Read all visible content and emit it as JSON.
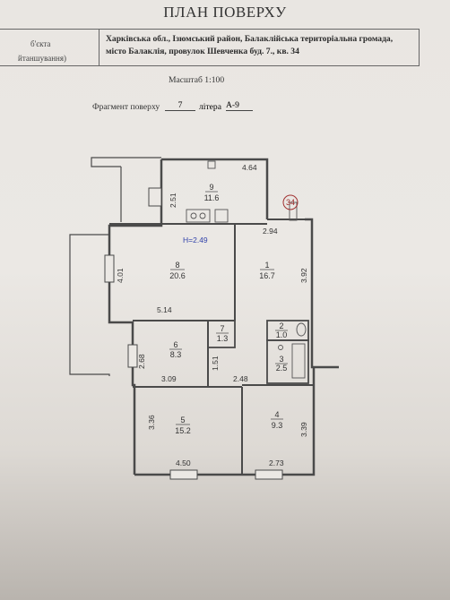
{
  "title": "ПЛАН ПОВЕРХУ",
  "header": {
    "left_top": "б'єкта",
    "left_bottom": "йтаншування)",
    "address_line1": "Харківська обл., Ізюмський район,  Балаклійська територіальна громада,",
    "address_line2": "місто Балаклія, провулок Шевченка буд. 7., кв. 34"
  },
  "scale_label": "Масштаб 1:100",
  "fragment": {
    "label": "Фрагмент поверху",
    "value": "7",
    "litera_label": "літера",
    "litera_value": "А-9"
  },
  "height_label": "Н=2.49",
  "apartment_marker": "34",
  "rooms": [
    {
      "num": "9",
      "area": "11.6"
    },
    {
      "num": "8",
      "area": "20.6"
    },
    {
      "num": "1",
      "area": "16.7"
    },
    {
      "num": "7",
      "area": "1.3"
    },
    {
      "num": "2",
      "area": "1.0"
    },
    {
      "num": "3",
      "area": "2.5"
    },
    {
      "num": "6",
      "area": "8.3"
    },
    {
      "num": "5",
      "area": "15.2"
    },
    {
      "num": "4",
      "area": "9.3"
    }
  ],
  "dimensions": {
    "d_464": "4.64",
    "d_251": "2.51",
    "d_294": "2.94",
    "d_401": "4.01",
    "d_392": "3.92",
    "d_514": "5.14",
    "d_268": "2.68",
    "d_151": "1.51",
    "d_309": "3.09",
    "d_248": "2.48",
    "d_336": "3.36",
    "d_339": "3.39",
    "d_450": "4.50",
    "d_273": "2.73"
  }
}
